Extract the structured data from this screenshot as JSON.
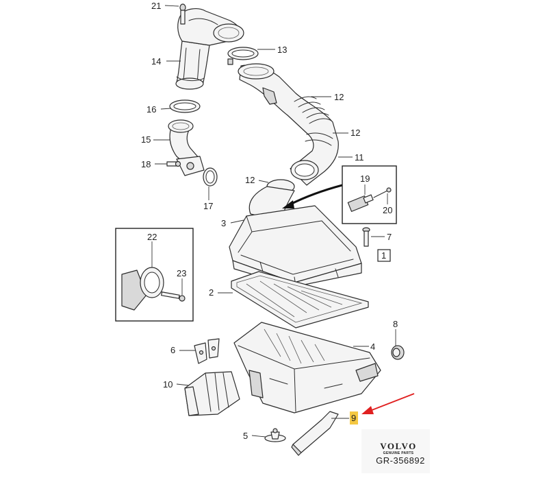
{
  "diagram": {
    "callouts": {
      "c1": "1",
      "c2": "2",
      "c3": "3",
      "c4": "4",
      "c5": "5",
      "c6": "6",
      "c7": "7",
      "c8": "8",
      "c9": "9",
      "c10": "10",
      "c11": "11",
      "c12a": "12",
      "c12b": "12",
      "c12c": "12",
      "c13": "13",
      "c14": "14",
      "c15": "15",
      "c16": "16",
      "c17": "17",
      "c18": "18",
      "c19": "19",
      "c20": "20",
      "c21": "21",
      "c22": "22",
      "c23": "23"
    },
    "highlight_color": "#f5c842",
    "arrow_color": "#e02020",
    "brand": {
      "logo_text": "VOLVO",
      "logo_subtext": "GENUINE PARTS",
      "reference": "GR-356892"
    }
  }
}
